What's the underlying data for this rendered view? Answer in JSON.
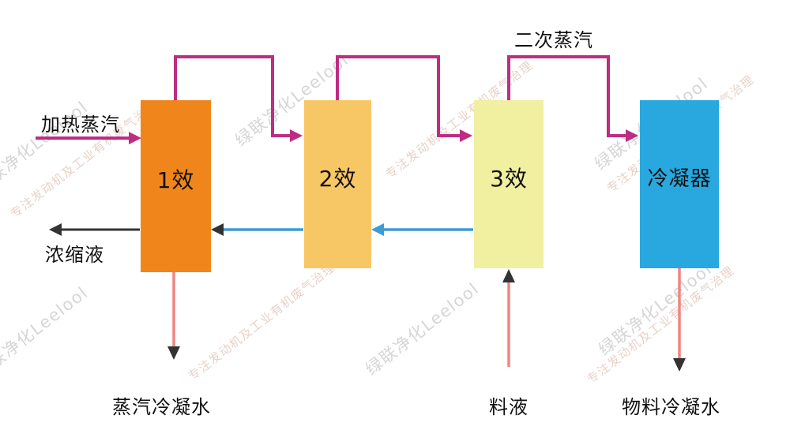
{
  "diagram": {
    "boxes": [
      {
        "label": "1效",
        "color": "#F0861B"
      },
      {
        "label": "2效",
        "color": "#F7C766"
      },
      {
        "label": "3效",
        "color": "#F1EFA0"
      },
      {
        "label": "冷凝器",
        "color": "#29A8DF"
      }
    ],
    "labels": {
      "heating_steam": "加热蒸汽",
      "secondary_steam": "二次蒸汽",
      "concentrate": "浓缩液",
      "steam_condensate": "蒸汽冷凝水",
      "feed": "料液",
      "material_condensate": "物料冷凝水"
    },
    "colors": {
      "steam_line": "#BE2C83",
      "liquid_line": "#3D9BD5",
      "concentrate_line": "#333333",
      "condensate_line": "#F08582",
      "arrow_dark": "#333333"
    },
    "watermark": {
      "line1": "绿联净化Leelool",
      "line2": "专注发动机及工业有机废气治理"
    }
  }
}
